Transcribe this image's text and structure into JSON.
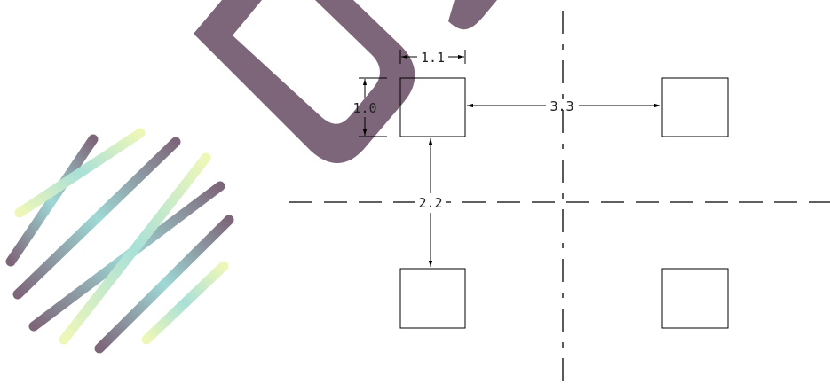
{
  "drawing": {
    "dimensions": {
      "pad_width": "1.1",
      "pad_height": "1.0",
      "pitch_x": "3.3",
      "pitch_y": "2.2"
    },
    "pads": [
      "top-left",
      "top-right",
      "bottom-left",
      "bottom-right"
    ]
  },
  "watermark": {
    "letter_color": "#7d6679",
    "stripe_colors": [
      "#7d6679",
      "#9fd9d6",
      "#eef7b8"
    ]
  }
}
